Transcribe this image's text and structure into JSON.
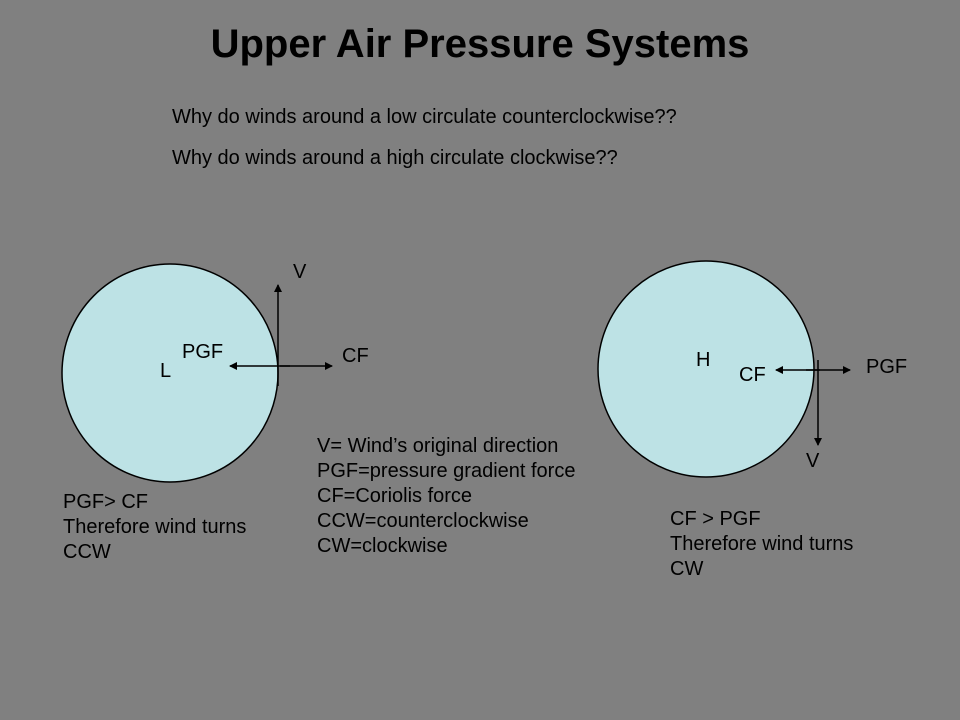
{
  "title": "Upper Air Pressure Systems",
  "questions": [
    "Why do winds around a low circulate counterclockwise??",
    "Why do winds around a high circulate clockwise??"
  ],
  "colors": {
    "background": "#808080",
    "circle_fill": "#bde2e5",
    "text": "#000000"
  },
  "low_system": {
    "center_label": "L",
    "pgf_label": "PGF",
    "cf_label": "CF",
    "v_label": "V",
    "note_lines": [
      "PGF> CF",
      "Therefore wind turns",
      "CCW"
    ]
  },
  "high_system": {
    "center_label": "H",
    "pgf_label": "PGF",
    "cf_label": "CF",
    "v_label": "V",
    "note_lines": [
      "CF > PGF",
      "Therefore wind turns",
      "CW"
    ]
  },
  "legend_lines": [
    "V= Wind’s original direction",
    "PGF=pressure gradient force",
    "CF=Coriolis force",
    "CCW=counterclockwise",
    "CW=clockwise"
  ]
}
